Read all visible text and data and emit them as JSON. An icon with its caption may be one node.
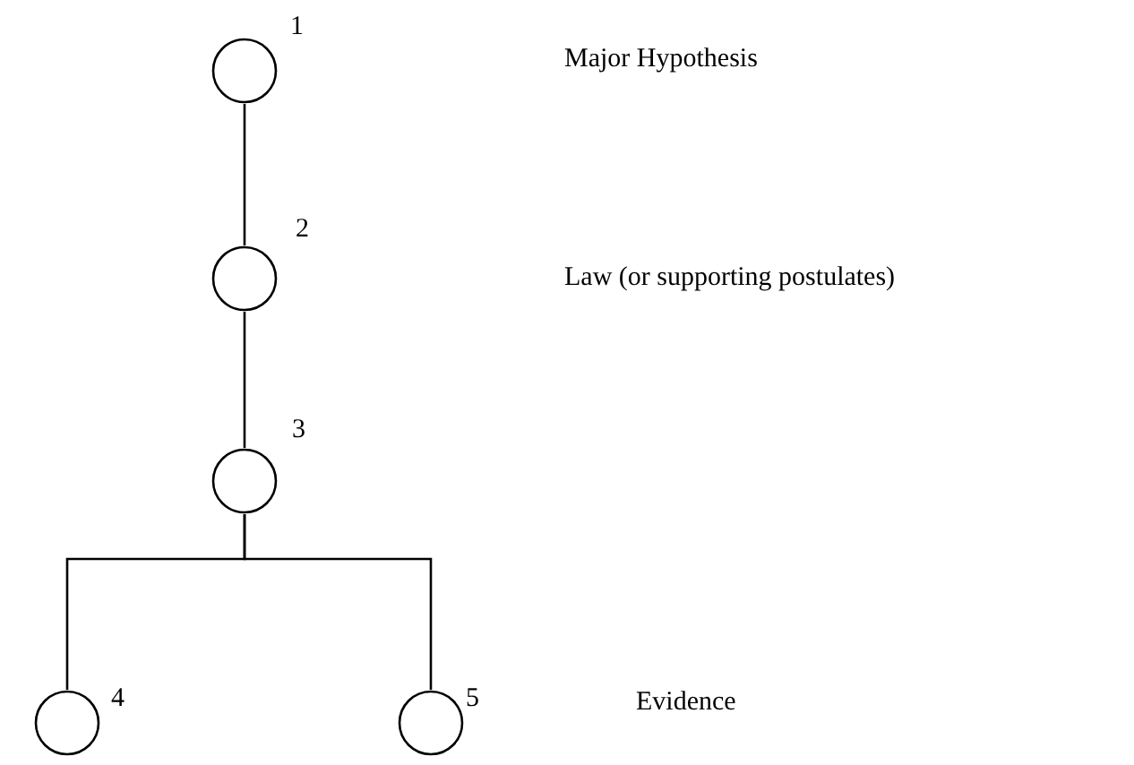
{
  "diagram": {
    "nodes": [
      {
        "text": [],
        "shape": "circle",
        "beside": [
          "1"
        ]
      },
      {
        "text": [],
        "shape": "circle",
        "beside": [
          "2"
        ]
      },
      {
        "text": [],
        "shape": "circle",
        "beside": [
          "3"
        ]
      },
      {
        "text": [],
        "shape": "circle",
        "beside": [
          "4"
        ]
      },
      {
        "text": [],
        "shape": "circle",
        "beside": [
          "5"
        ]
      }
    ],
    "edges": [
      {
        "from": 0,
        "to": 1,
        "arrow": "none"
      },
      {
        "from": 1,
        "to": 2,
        "arrow": "none"
      },
      {
        "from": 2,
        "to": 3,
        "arrow": "none"
      },
      {
        "from": 2,
        "to": 4,
        "arrow": "none"
      }
    ],
    "labels": [
      "Major Hypothesis",
      "Law (or supporting postulates)",
      "Evidence"
    ]
  }
}
